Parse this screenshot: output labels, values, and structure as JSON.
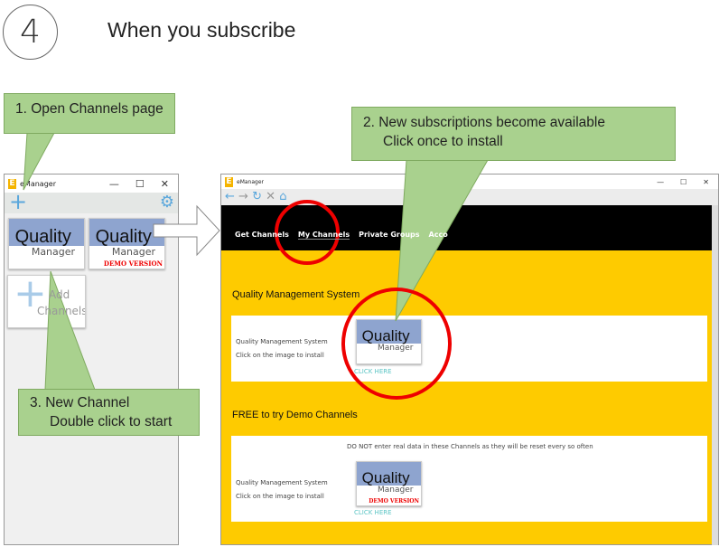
{
  "slide": {
    "step_number": "4",
    "title": "When you subscribe"
  },
  "callouts": [
    {
      "lines": [
        "1. Open Channels page"
      ]
    },
    {
      "lines": [
        "2. New subscriptions become available",
        "Click once to install"
      ]
    },
    {
      "lines": [
        "3. New Channel",
        "Double click to start"
      ]
    }
  ],
  "left_window": {
    "title": "eManager",
    "app_icon": "E",
    "controls": [
      "—",
      "☐",
      "✕"
    ],
    "add_icon": "plus-icon",
    "settings_icon": "gear-icon",
    "tiles": [
      {
        "word": "Quality",
        "sub": "Manager"
      },
      {
        "word": "Quality",
        "sub": "Manager",
        "badge": "DEMO VERSION"
      }
    ],
    "add_tile": {
      "label_line1": "Add",
      "label_line2": "Channels"
    }
  },
  "right_window": {
    "title": "eManager",
    "app_icon": "E",
    "controls": [
      "—",
      "☐",
      "✕"
    ],
    "nav_buttons": [
      "back",
      "forward",
      "refresh",
      "stop",
      "home"
    ],
    "menu": [
      "Get Channels",
      "My Channels",
      "Private Groups",
      "Acco"
    ],
    "section1": {
      "heading": "Quality Management System",
      "card_line1": "Quality Management System",
      "card_line2": "Click on the image to install",
      "tile_word": "Quality",
      "tile_sub": "Manager",
      "link": "CLICK HERE"
    },
    "section2": {
      "heading": "FREE to try Demo Channels",
      "notice": "DO NOT enter real data in these Channels as they will be reset every so often",
      "card_line1": "Quality Management System",
      "card_line2": "Click on the image to install",
      "tile_word": "Quality",
      "tile_sub": "Manager",
      "badge": "DEMO VERSION",
      "link": "CLICK HERE"
    }
  },
  "colors": {
    "callout": "#a9d18e",
    "highlight": "#e00000",
    "page_bg": "#fecb00",
    "nav_bg": "#000000",
    "tile_top": "#8ea4cf"
  }
}
